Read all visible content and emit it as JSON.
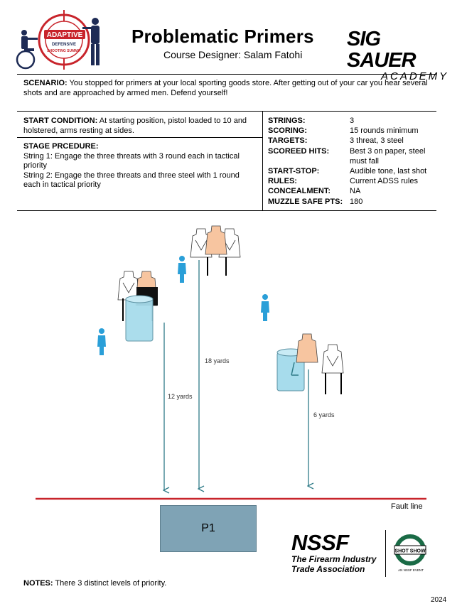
{
  "header": {
    "title": "Problematic Primers",
    "designer": "Course Designer: Salam Fatohi",
    "sig_brand": "SIG SAUER",
    "sig_academy": "ACADEMY",
    "adaptive_logo_text": [
      "ADAPTIVE",
      "DEFENSIVE",
      "SHOOTING SUMMIT"
    ]
  },
  "scenario": {
    "label": "SCENARIO:",
    "text": " You stopped for primers at your local sporting goods store. After getting out of your car you hear several shots and are approached by armed men. Defend yourself!"
  },
  "start_condition": {
    "label": "START CONDITION:",
    "text": " At starting position, pistol loaded to 10 and holstered, arms resting at sides."
  },
  "procedure": {
    "label": "STAGE PRCEDURE:",
    "lines": [
      "String 1: Engage the three threats with 3 round each in tactical priority",
      "String 2: Engage the three threats and three steel with 1 round each in tactical priority"
    ]
  },
  "props": [
    {
      "key": "STRINGS:",
      "value": "3"
    },
    {
      "key": "SCORING:",
      "value": "15 rounds minimum"
    },
    {
      "key": "TARGETS:",
      "value": "3 threat, 3 steel"
    },
    {
      "key": "SCOREED HITS:",
      "value": "Best 3 on paper, steel must fall"
    },
    {
      "key": "START-STOP:",
      "value": "Audible tone, last shot"
    },
    {
      "key": "RULES:",
      "value": "Current ADSS rules"
    },
    {
      "key": "CONCEALMENT:",
      "value": "NA"
    },
    {
      "key": "MUZZLE SAFE PTS:",
      "value": "180"
    }
  ],
  "diagram": {
    "distances": [
      "18 yards",
      "12 yards",
      "6 yards"
    ],
    "fault_line": "Fault line",
    "start_box": "P1",
    "colors": {
      "fault_line": "#c8242b",
      "arrow": "#2f7b88",
      "steel": "#2a9fd8",
      "barrel": "#a7dcec",
      "threat_target": "#f7c5a0",
      "start_box": "#7fa3b5"
    }
  },
  "footer": {
    "notes_label": "NOTES:",
    "notes_text": " There 3 distinct levels of priority.",
    "year": "2024",
    "nssf": "NSSF",
    "nssf_sub_lines": [
      "The Firearm Industry",
      "Trade Association"
    ],
    "shot_show": "SHOT SHOW",
    "shot_caption": "AN NSSF EVENT"
  }
}
